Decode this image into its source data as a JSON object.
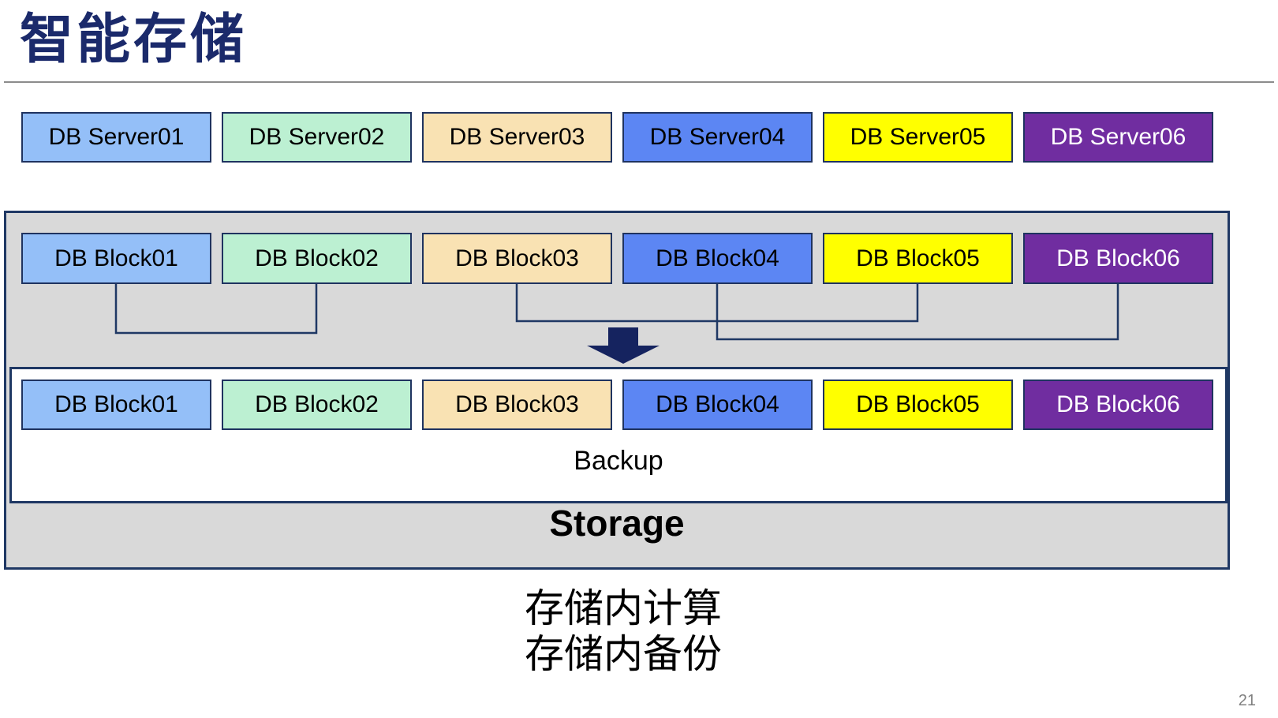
{
  "title": "智能存储",
  "page_number": "21",
  "palette": [
    {
      "name": "light-blue",
      "fill": "#94BFF8",
      "text": "#000000"
    },
    {
      "name": "light-green",
      "fill": "#BCF0D2",
      "text": "#000000"
    },
    {
      "name": "tan",
      "fill": "#F9E2B3",
      "text": "#000000"
    },
    {
      "name": "medium-blue",
      "fill": "#5C86F3",
      "text": "#000000"
    },
    {
      "name": "yellow",
      "fill": "#FFFF00",
      "text": "#000000"
    },
    {
      "name": "purple",
      "fill": "#702DA0",
      "text": "#FFFFFF"
    }
  ],
  "servers": [
    "DB Server01",
    "DB Server02",
    "DB Server03",
    "DB Server04",
    "DB Server05",
    "DB Server06"
  ],
  "storage": {
    "blocks_top": [
      "DB Block01",
      "DB Block02",
      "DB Block03",
      "DB Block04",
      "DB Block05",
      "DB Block06"
    ],
    "blocks_bottom": [
      "DB Block01",
      "DB Block02",
      "DB Block03",
      "DB Block04",
      "DB Block05",
      "DB Block06"
    ],
    "backup_label": "Backup",
    "storage_label": "Storage"
  },
  "caption": {
    "line1": "存储内计算",
    "line2": "存储内备份"
  },
  "colors": {
    "title_navy": "#1B2A6B",
    "border_navy": "#1F3360",
    "container_border_navy": "#1F3864",
    "container_gray": "#D9D9D9",
    "connector_navy": "#1F3864",
    "arrow_navy": "#15235F",
    "divider_gray": "#8C8C8C",
    "page_number_gray": "#808080"
  }
}
